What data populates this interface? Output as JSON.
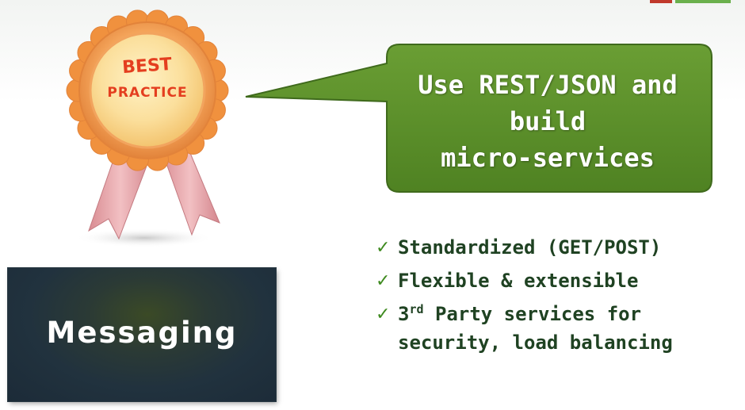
{
  "badge": {
    "line1": "BEST",
    "line2": "PRACTICE"
  },
  "bubble": {
    "lines": [
      "Use REST/JSON and",
      "build",
      "micro-services"
    ]
  },
  "messaging": {
    "label": "Messaging"
  },
  "bullets": [
    {
      "text": "Standardized (GET/POST)"
    },
    {
      "text": "Flexible & extensible"
    },
    {
      "prefix": "3",
      "sup": "rd",
      "text": " Party services for\nsecurity, load balancing"
    }
  ],
  "colors": {
    "bubble_fill": "#5b8f2a",
    "bubble_border": "#3f6a1c",
    "badge_orange": "#f08c3a",
    "ribbon_pink": "#e3a3a8",
    "check_green": "#3e8a1f",
    "bullet_text": "#1f4222"
  }
}
